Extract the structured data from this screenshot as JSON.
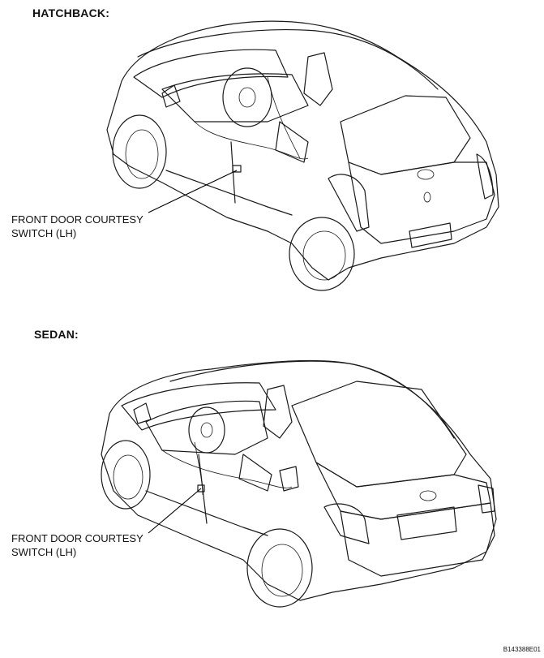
{
  "sections": [
    {
      "heading": "HATCHBACK:",
      "callout": {
        "line1": "FRONT DOOR COURTESY",
        "line2": "SWITCH (LH)"
      }
    },
    {
      "heading": "SEDAN:",
      "callout": {
        "line1": "FRONT DOOR COURTESY",
        "line2": "SWITCH (LH)"
      }
    }
  ],
  "figure_id": "B143388E01"
}
